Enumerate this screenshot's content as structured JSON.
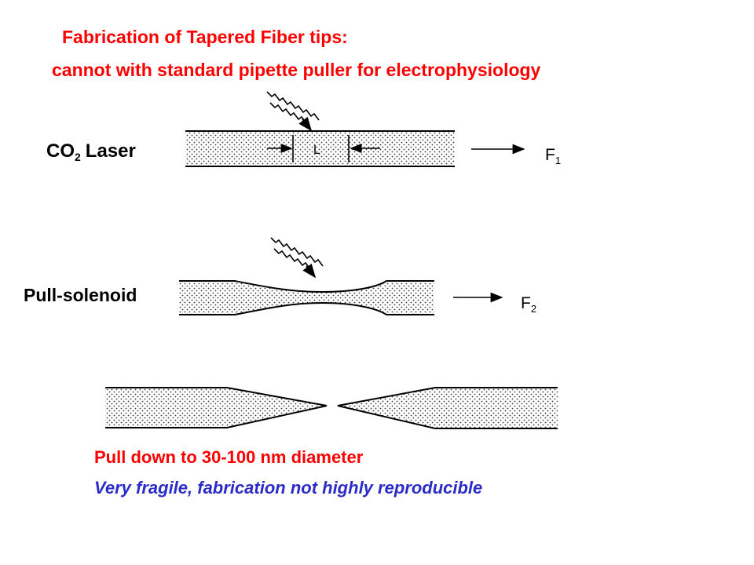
{
  "title": {
    "line1": "Fabrication of Tapered Fiber tips:",
    "line2": "cannot with standard pipette puller for electrophysiology"
  },
  "labels": {
    "laser_main": "CO",
    "laser_sub": "2",
    "laser_suffix": "Laser",
    "solenoid": "Pull-solenoid"
  },
  "diagram": {
    "length_label": "L",
    "force1_main": "F",
    "force1_sub": "1",
    "force2_main": "F",
    "force2_sub": "2"
  },
  "notes": {
    "line1": "Pull down to 30-100 nm diameter",
    "line2": "Very fragile, fabrication not highly reproducible"
  },
  "colors": {
    "title": "#ff0000",
    "note_red": "#ff0000",
    "note_blue": "#2b2bc8"
  }
}
